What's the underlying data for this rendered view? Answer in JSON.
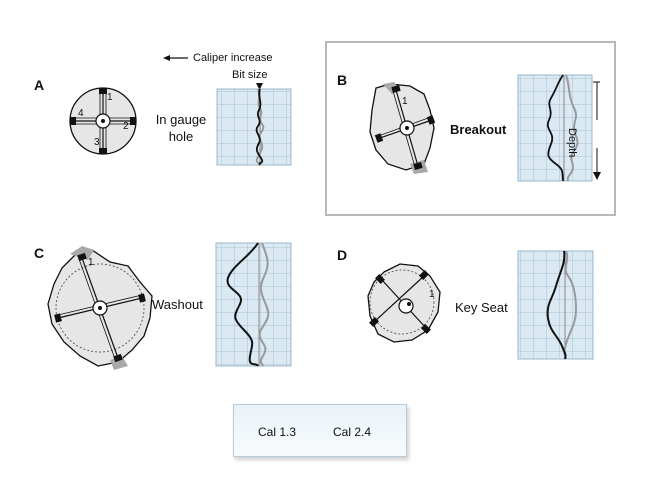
{
  "header": {
    "caliper_increase": "Caliper increase",
    "bit_size": "Bit size",
    "depth": "Depth"
  },
  "panels": [
    {
      "letter": "A",
      "label_line1": "In gauge",
      "label_line2": "hole",
      "arm_numbers": [
        "1",
        "2",
        "3",
        "4"
      ]
    },
    {
      "letter": "B",
      "label_line1": "Breakout",
      "arm_numbers": [
        "1"
      ]
    },
    {
      "letter": "C",
      "label_line1": "Washout",
      "arm_numbers": [
        "1"
      ]
    },
    {
      "letter": "D",
      "label_line1": "Key Seat",
      "arm_numbers": [
        "1"
      ]
    }
  ],
  "legend": {
    "items": [
      {
        "label": "Cal 1.3",
        "color": "#111111"
      },
      {
        "label": "Cal 2.4",
        "color": "#999999"
      }
    ]
  },
  "colors": {
    "track_fill": "#dbe9f3",
    "track_grid": "#9ab7cb",
    "hole_fill": "#e6e6e6",
    "breakout_shade": "#a9a9a9"
  }
}
